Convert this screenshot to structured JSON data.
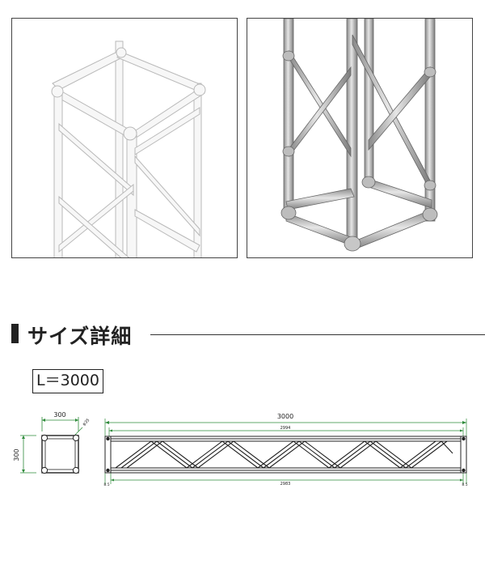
{
  "section": {
    "heading": "サイズ詳細"
  },
  "spec": {
    "length_label": "L＝3000"
  },
  "drawing": {
    "cross_section": {
      "width": "300",
      "height": "300",
      "tube_dim": "φ35"
    },
    "side_view": {
      "total_length": "3000",
      "inner_length": "2994",
      "bottom_length": "2983",
      "end_left": "8.5",
      "end_right": "8.5"
    }
  },
  "colors": {
    "dimension_line": "#2e8b3a",
    "truss_outline": "#222222",
    "photo_frame": "#444444"
  }
}
